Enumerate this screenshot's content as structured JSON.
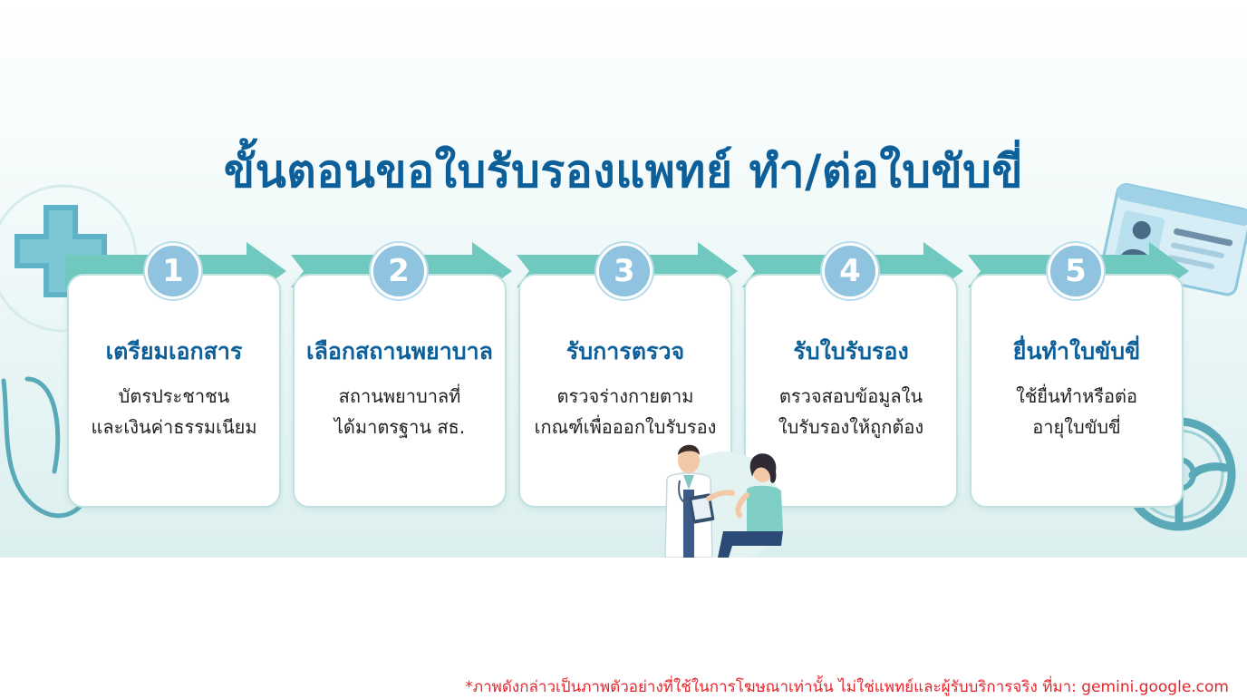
{
  "title": "ขั้นตอนขอใบรับรองแพทย์ ทำ/ต่อใบขับขี่",
  "steps": [
    {
      "number": "1",
      "heading": "เตรียมเอกสาร",
      "lines": [
        "บัตรประชาชน",
        "และเงินค่าธรรมเนียม"
      ]
    },
    {
      "number": "2",
      "heading": "เลือกสถานพยาบาล",
      "lines": [
        "สถานพยาบาลที่",
        "ได้มาตรฐาน สธ."
      ]
    },
    {
      "number": "3",
      "heading": "รับการตรวจ",
      "lines": [
        "ตรวจร่างกายตาม",
        "เกณฑ์เพื่อออกใบรับรอง"
      ]
    },
    {
      "number": "4",
      "heading": "รับใบรับรอง",
      "lines": [
        "ตรวจสอบข้อมูลใน",
        "ใบรับรองให้ถูกต้อง"
      ]
    },
    {
      "number": "5",
      "heading": "ยื่นทำใบขับขี่",
      "lines": [
        "ใช้ยื่นทำหรือต่อ",
        "อายุใบขับขี่"
      ]
    }
  ],
  "footnote": "*ภาพดังกล่าวเป็นภาพตัวอย่างที่ใช้ในการโฆษณาเท่านั้น ไม่ใช่แพทย์และผู้รับบริการจริง ที่มา: gemini.google.com",
  "colors": {
    "title": "#0d5f99",
    "arrow": "#6fc9bf",
    "step_circle": "#8fc3e0",
    "card_border": "#bfe2df",
    "footnote": "#e5242b"
  },
  "icons": [
    "medical-cross-icon",
    "stethoscope-icon",
    "id-card-icon",
    "steering-wheel-icon",
    "doctor-patient-illustration"
  ]
}
